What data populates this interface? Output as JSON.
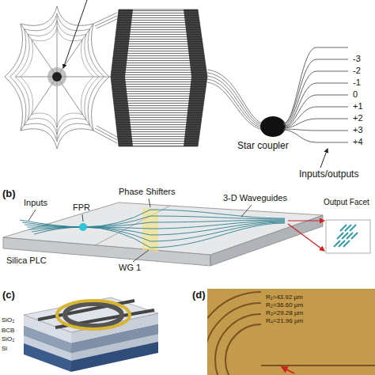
{
  "diagram": {
    "labels": [
      "Star coupler",
      "-3",
      "-2",
      "-1",
      "0",
      "+1",
      "+2",
      "+3",
      "+4",
      "Inputs/outputs",
      "(b)",
      "Inputs",
      "FPR",
      "Phase Shifters",
      "3-D Waveguides",
      "Output Facet",
      "Silica PLC",
      "WG 1",
      "(c)",
      "SiO₂",
      "BCB",
      "SiO₂",
      "Si",
      "(d)",
      "R₁=43.92 μm",
      "R₂=36.60 μm",
      "R₃=29.28 μm",
      "R₄=21.96 μm"
    ]
  }
}
